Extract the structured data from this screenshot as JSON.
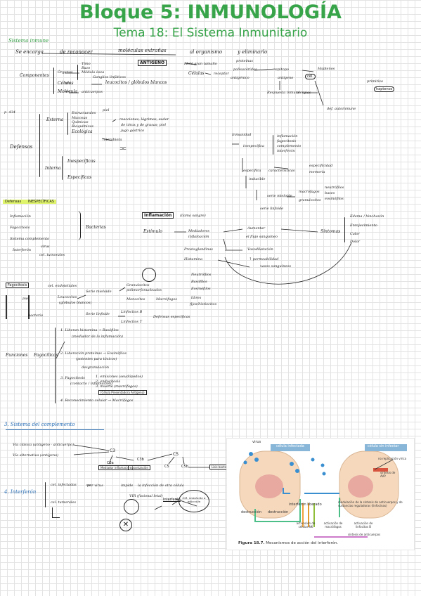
{
  "header": {
    "title": "Bloque 5: INMUNOLOGÍA",
    "subtitle": "Tema 18: El Sistema Inmunitario"
  },
  "sections": {
    "sistema_inmune": {
      "heading": "Sistema inmune",
      "intro": [
        "Se encarga",
        "de reconocer",
        "moléculas extrañas",
        "al organismo",
        "y eliminarlo"
      ],
      "antigeno": "ANTÍGENO",
      "molec_gran_tamano": "Molé gran tamaño",
      "proteinas": "proteínas",
      "polisacaridos": "polisacáridos",
      "celulas": "Células",
      "receptor": "receptor",
      "antigenico": "antigénico",
      "epitopo": "epitopo",
      "antigeno2": "antígeno",
      "cel": "cél.",
      "haptenos": "Haptenos",
      "primitivo": "primitivo",
      "haptenos2": "haptenos",
      "respuesta_inmune": "Respuesta inmune",
      "alergias": "alergias",
      "def_autoinmune": "def. autoinmune",
      "componentes": "Componentes",
      "organos": "Órganos",
      "organos_list": [
        "Timo",
        "Bazo",
        "Médula ósea",
        "Ganglios linfáticos"
      ],
      "celulas_comp": "Células",
      "leucocitos": "leucocitos / glóbulos blancos",
      "molecula": "Molécula",
      "anticuerpos": "anticuerpos"
    },
    "defensas": {
      "page_ref": "p. 434",
      "heading": "Defensas",
      "externa": "Externa",
      "estructurales": "Estructurales",
      "piel": "piel",
      "mucosas": "Mucosas",
      "quimicas": "Químicas",
      "bioquimicas": "Bioquímicas",
      "ecologica": "Ecológica",
      "microbiota": "microbiota",
      "reacciones": "reacciones, lágrimas, sudor",
      "reacciones2": "de tórax y de grasas; piel",
      "reacciones3": "jugo gástrico",
      "interna": "Interna",
      "inespecificas": "Inespecíficas",
      "especificas": "Específicas",
      "inmunidad": "Inmunidad",
      "inespecifica": "inespecífica",
      "inflamacion_l": "inflamación",
      "fagocitosis": "fagocitosis",
      "complemento": "complemento",
      "interferon": "interferón",
      "especifica": "específica",
      "caracteristicas": "características",
      "especificidad": "especificidad",
      "memoria": "memoria",
      "inducible": "inducible",
      "serie_mieloide": "serie mieloide",
      "macrofagos": "macrófagos",
      "granulocitos": "granulocitos",
      "gran_list": [
        "neutrófilos",
        "bases",
        "eosinófilos"
      ],
      "serie_linfoide": "serie linfoide"
    },
    "defensas_inespecificas": {
      "heading": "Defensas",
      "heading2": "INESPECÍFICAS",
      "items": [
        "Inflamación",
        "Fagocitosis",
        "Sistema complemento",
        "Interferón"
      ],
      "virus": "virus",
      "cel_tumorales": "cel. tumorales",
      "bacterias": "Bacterias",
      "inflamacion_box": "Inflamación",
      "inflamacion_note": "(llama sangre)",
      "estimulo": "Estímulo",
      "mediadores": "Mediadores",
      "inflamacion_m": "inflamación",
      "aumentar": "Aumentar",
      "flujo": "el flujo sanguíneo",
      "sintomas": "Síntomas",
      "sintomas_list": [
        "Edema / hinchazón",
        "Enrojecimiento",
        "Calor",
        "Dolor"
      ],
      "prostaglandinas": "Prostaglandinas",
      "vasodilatacion": "Vasodilatación",
      "histamina": "Histamina",
      "permeabilidad": "↑ permeabilidad",
      "vasos": "vasos sanguíneos"
    },
    "fagocitosis": {
      "heading": "Fagocitosis",
      "cel_endoteliales": "cel. endoteliales",
      "pus": "pus",
      "bacteria": "bacteria",
      "leucocitos": "Leucocitos",
      "globulos": "(glóbulos blancos)",
      "serie_mieloide": "Serie mieloide",
      "granulocitos": "Granulocitos",
      "polimorfonucleados": "polimorfonucleados",
      "neutrofilos": "Neutrófilos",
      "basofilos": "Basófilos",
      "eosinofilos": "Eosinófilos",
      "monocitos": "Monocitos",
      "macrofagos": "Macrófagos",
      "libres": "libres",
      "histiocitos": "fijos/histiocitos",
      "serie_linfoide": "Serie linfoide",
      "linfocitos_b": "Linfocitos B",
      "linfocitos_t": "Linfocitos T",
      "defensas_esp": "Defensas específicas",
      "funciones": "Funciones",
      "fagociticas": "Fagocíticas",
      "f1": "1. Liberan histamina → Basófilos",
      "f1b": "(mediador de la inflamación)",
      "f2": "2. Liberación proteínas → Eosinófilos",
      "f2b": "(potentes para tóxicos)",
      "f2c": "desgranulación",
      "f3": "3. Fagocitosis",
      "f3a": "1. emisiones (seudópodos)",
      "f3b": "2. endocitosis",
      "f3c": "3. muerte (macrófagos)",
      "f3d": "(contacto / inflamación)",
      "f3box": "(Célula Presentadora Antígeno)",
      "f4": "4. Reconocimiento celular → Macrófagos"
    },
    "complemento": {
      "heading": "3. Sistema del complemento",
      "via_clasica": "Vía clásica (antígeno - anticuerpo)",
      "via_alternativa": "Vía alternativa (antígeno)",
      "c3": "C3",
      "c3b": "C3b",
      "c3a": "C3a",
      "c5": "C5",
      "c5b": "C5b",
      "mediador": "Mediador inflamación",
      "opsonizacion": "opsonización",
      "lisis": "Lisis bacteria"
    },
    "interferon": {
      "heading": "4. Interferón",
      "cel_infectadas": "cel. infectadas",
      "por_virus": "por virus",
      "impide": "impide",
      "infeccion": "la infección de otra célula",
      "cel_tumorales": "cel. tumorales",
      "interferon_box": "Interferón",
      "vir_note": "VIR (fusional letal)",
      "cel_resistente": "Cél. resistente a infección"
    },
    "figure": {
      "cel_infectada": "célula infectada",
      "cel_sin_infectar": "célula sin infectar",
      "virus": "virus",
      "interferon_liberado": "interferón liberado",
      "no_replicacion": "no replicación vírica",
      "sintesis_avp": "síntesis de AVP",
      "modulacion": "modulación de la síntesis de anticuerpos y de sustancias reguladoras (linfocinas)",
      "destruccion": "destrucción",
      "activacion_nk": "activación de células NK",
      "activacion_macro": "activación de macrófagos",
      "activacion_b": "activación de linfocitos B",
      "sintesis_ac": "síntesis de anticuerpos",
      "caption_bold": "Figura 18.7.",
      "caption": "Mecanismos de acción del interferón."
    }
  }
}
